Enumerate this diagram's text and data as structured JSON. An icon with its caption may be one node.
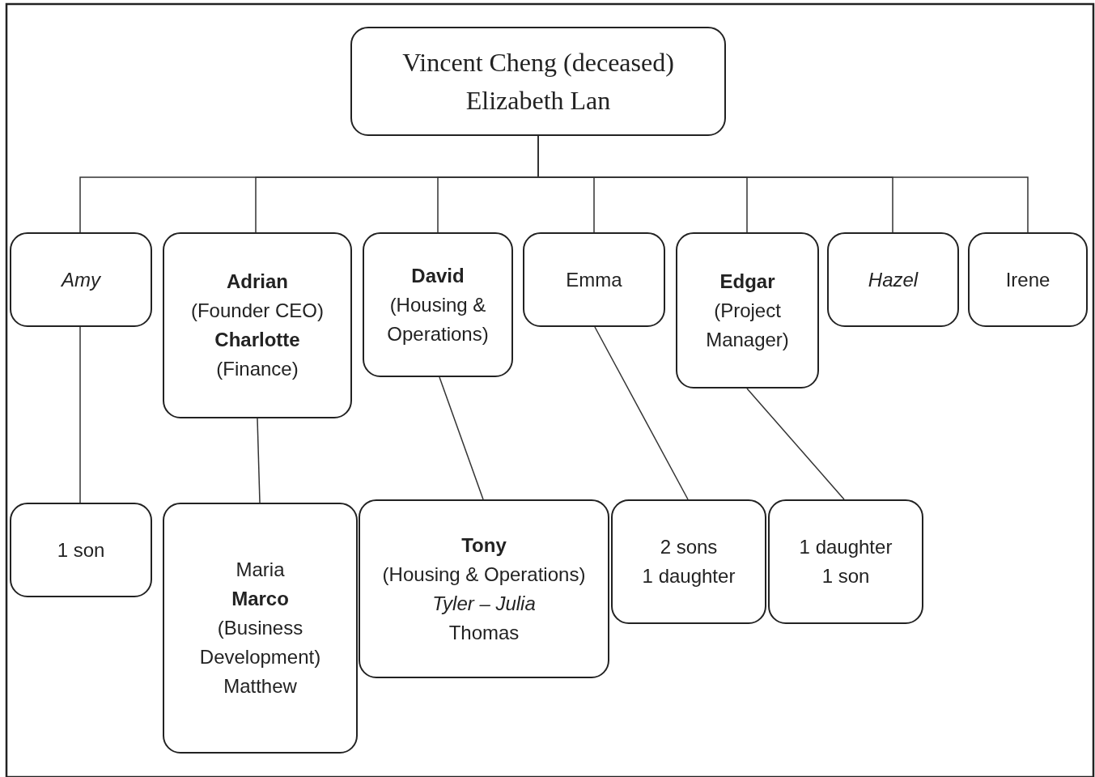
{
  "diagram": {
    "nodes": [
      {
        "text": [
          "Vincent Cheng (deceased)",
          "Elizabeth Lan"
        ]
      },
      {
        "text": [
          "Amy"
        ]
      },
      {
        "text": [
          "Adrian",
          "(Founder CEO)",
          "Charlotte",
          "(Finance)"
        ]
      },
      {
        "text": [
          "David",
          "(Housing & Operations)"
        ]
      },
      {
        "text": [
          "Emma"
        ]
      },
      {
        "text": [
          "Edgar",
          "(Project Manager)"
        ]
      },
      {
        "text": [
          "Hazel"
        ]
      },
      {
        "text": [
          "Irene"
        ]
      },
      {
        "text": [
          "1 son"
        ]
      },
      {
        "text": [
          "Maria",
          "Marco",
          "(Business Development)",
          "Matthew"
        ]
      },
      {
        "text": [
          "Tony",
          "(Housing & Operations)",
          "Tyler – Julia",
          "Thomas"
        ]
      },
      {
        "text": [
          "2 sons",
          "1 daughter"
        ]
      },
      {
        "text": [
          "1 daughter",
          "1 son"
        ]
      }
    ],
    "edges": [
      {
        "from": 0,
        "to": 1,
        "arrow": "none"
      },
      {
        "from": 0,
        "to": 2,
        "arrow": "none"
      },
      {
        "from": 0,
        "to": 3,
        "arrow": "none"
      },
      {
        "from": 0,
        "to": 4,
        "arrow": "none"
      },
      {
        "from": 0,
        "to": 5,
        "arrow": "none"
      },
      {
        "from": 0,
        "to": 6,
        "arrow": "none"
      },
      {
        "from": 0,
        "to": 7,
        "arrow": "none"
      },
      {
        "from": 1,
        "to": 8,
        "arrow": "none"
      },
      {
        "from": 2,
        "to": 9,
        "arrow": "none"
      },
      {
        "from": 3,
        "to": 10,
        "arrow": "none"
      },
      {
        "from": 4,
        "to": 11,
        "arrow": "none"
      },
      {
        "from": 5,
        "to": 12,
        "arrow": "none"
      }
    ]
  }
}
